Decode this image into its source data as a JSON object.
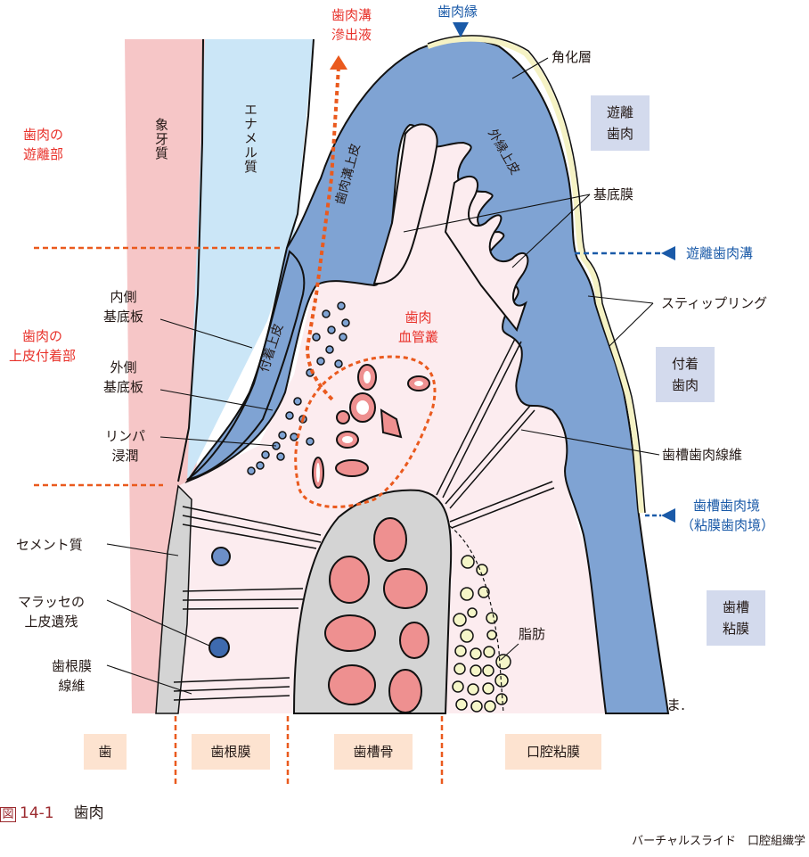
{
  "figure": {
    "number_prefix": "図",
    "number": "14-1",
    "title": "歯肉",
    "credit": "バーチャルスライド　口腔組織学"
  },
  "colors": {
    "dentin": "#f6c6c7",
    "enamel": "#cbe6f7",
    "epithelium": "#7fa3d3",
    "connective_tissue": "#fcecef",
    "keratin_layer": "#f5f2c4",
    "bone": "#d4d4d4",
    "marrow": "#ee9090",
    "fat": "#f5f6c8",
    "red_annotation": "#e8312a",
    "blue_annotation": "#1a5aa8",
    "region_box": "#d3daed",
    "zone_box": "#fde3d0",
    "orange_dashed": "#ea5a1e"
  },
  "top_labels": {
    "sulcular_fluid": [
      "歯肉溝",
      "滲出液"
    ],
    "gingival_margin": "歯肉縁"
  },
  "left_red_labels": {
    "free_part": [
      "歯肉の",
      "遊離部"
    ],
    "attached_epi_part": [
      "歯肉の",
      "上皮付着部"
    ]
  },
  "tissue_labels": {
    "dentin": "象牙質",
    "enamel": "エナメル質",
    "sulcular_epithelium": "歯肉溝上皮",
    "outer_epithelium": "外縁上皮",
    "junctional_epithelium": "付着上皮",
    "vascular_plexus": [
      "歯肉",
      "血管叢"
    ]
  },
  "left_labels": {
    "inner_basal_lamina": [
      "内側",
      "基底板"
    ],
    "outer_basal_lamina": [
      "外側",
      "基底板"
    ],
    "lymph_infiltration": [
      "リンパ",
      "浸潤"
    ],
    "cementum": "セメント質",
    "malassez": [
      "マラッセの",
      "上皮遺残"
    ],
    "pdl_fibers": [
      "歯根膜",
      "線維"
    ]
  },
  "right_labels": {
    "keratin_layer": "角化層",
    "basement_membrane": "基底膜",
    "free_gingival_groove": "遊離歯肉溝",
    "stippling": "スティップリング",
    "alveolar_gingival_fibers": "歯槽歯肉線維",
    "mucogingival_junction": [
      "歯槽歯肉境",
      "（粘膜歯肉境）"
    ],
    "fat": "脂肪",
    "signature": "ま."
  },
  "region_boxes": [
    {
      "id": "free-gingiva",
      "lines": [
        "遊離",
        "歯肉"
      ]
    },
    {
      "id": "attached-gingiva",
      "lines": [
        "付着",
        "歯肉"
      ]
    },
    {
      "id": "alveolar-mucosa",
      "lines": [
        "歯槽",
        "粘膜"
      ]
    }
  ],
  "zone_boxes": [
    {
      "id": "tooth",
      "label": "歯"
    },
    {
      "id": "pdl",
      "label": "歯根膜"
    },
    {
      "id": "alveolar-bone",
      "label": "歯槽骨"
    },
    {
      "id": "oral-mucosa",
      "label": "口腔粘膜"
    }
  ]
}
